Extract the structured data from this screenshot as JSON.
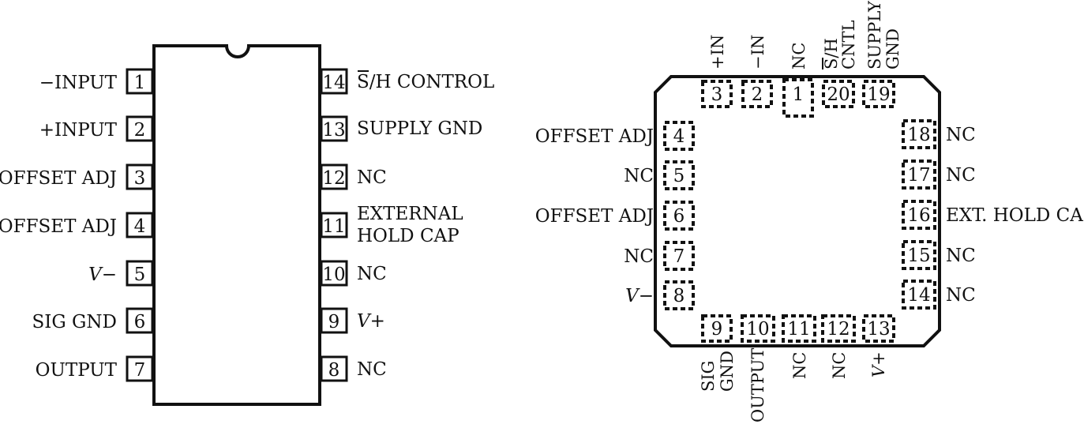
{
  "dip": {
    "left_pins": [
      {
        "num": "1",
        "label": "−INPUT"
      },
      {
        "num": "2",
        "label": "+INPUT"
      },
      {
        "num": "3",
        "label": "OFFSET ADJ"
      },
      {
        "num": "4",
        "label": "OFFSET ADJ"
      },
      {
        "num": "5",
        "label": "V−"
      },
      {
        "num": "6",
        "label": "SIG GND"
      },
      {
        "num": "7",
        "label": "OUTPUT"
      }
    ],
    "right_pins": [
      {
        "num": "14",
        "label": "S/H CONTROL",
        "label2": ""
      },
      {
        "num": "13",
        "label": "SUPPLY GND",
        "label2": ""
      },
      {
        "num": "12",
        "label": "NC",
        "label2": ""
      },
      {
        "num": "11",
        "label": "EXTERNAL",
        "label2": "HOLD CAP"
      },
      {
        "num": "10",
        "label": "NC",
        "label2": ""
      },
      {
        "num": "9",
        "label": "V+",
        "label2": ""
      },
      {
        "num": "8",
        "label": "NC",
        "label2": ""
      }
    ]
  },
  "lcc": {
    "top_pins": [
      {
        "num": "3",
        "label": "+IN",
        "label2": ""
      },
      {
        "num": "2",
        "label": "−IN",
        "label2": ""
      },
      {
        "num": "1",
        "label": "NC",
        "label2": ""
      },
      {
        "num": "20",
        "label": "S/H",
        "label2": "CNTL"
      },
      {
        "num": "19",
        "label": "SUPPLY",
        "label2": "GND"
      }
    ],
    "left_pins": [
      {
        "num": "4",
        "label": "OFFSET ADJ"
      },
      {
        "num": "5",
        "label": "NC"
      },
      {
        "num": "6",
        "label": "OFFSET ADJ"
      },
      {
        "num": "7",
        "label": "NC"
      },
      {
        "num": "8",
        "label": "V−"
      }
    ],
    "right_pins": [
      {
        "num": "18",
        "label": "NC"
      },
      {
        "num": "17",
        "label": "NC"
      },
      {
        "num": "16",
        "label": "EXT. HOLD CAP"
      },
      {
        "num": "15",
        "label": "NC"
      },
      {
        "num": "14",
        "label": "NC"
      }
    ],
    "bottom_pins": [
      {
        "num": "9",
        "label": "SIG",
        "label2": "GND"
      },
      {
        "num": "10",
        "label": "OUTPUT",
        "label2": ""
      },
      {
        "num": "11",
        "label": "NC",
        "label2": ""
      },
      {
        "num": "12",
        "label": "NC",
        "label2": ""
      },
      {
        "num": "13",
        "label": "V+",
        "label2": ""
      }
    ]
  }
}
